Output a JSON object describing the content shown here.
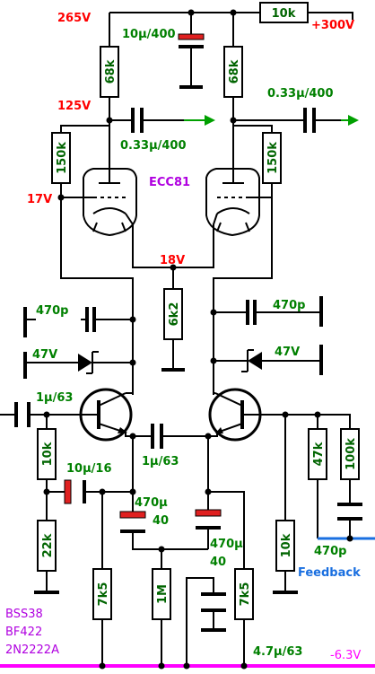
{
  "voltages": {
    "v265": "265V",
    "v125": "125V",
    "v17": "17V",
    "v18": "18V",
    "vplus": "+300V",
    "vminus": "-6.3V"
  },
  "components": {
    "r_top": "10k",
    "c_supply": "10µ/400",
    "r_plate_left": "68k",
    "r_plate_right": "68k",
    "c_out_left": "0.33µ/400",
    "c_out_right": "0.33µ/400",
    "r_grid_left": "150k",
    "r_grid_right": "150k",
    "tube": "ECC81",
    "r_cathode": "6k2",
    "c_470p_left": "470p",
    "c_470p_right": "470p",
    "z_left": "47V",
    "z_right": "47V",
    "c_in": "1µ/63",
    "c_mid": "1µ/63",
    "r_10k_left": "10k",
    "c_10u16": "10µ/16",
    "r_22k": "22k",
    "c_470u_left_a": "470µ",
    "c_470u_left_b": "40",
    "c_470u_right_a": "470µ",
    "c_470u_right_b": "40",
    "r_7k5_left": "7k5",
    "r_1m": "1M",
    "r_7k5_right": "7k5",
    "r_47k": "47k",
    "r_100k": "100k",
    "r_10k_right": "10k",
    "c_470p_fb": "470p",
    "feedback": "Feedback",
    "c_4u7": "4.7µ/63"
  },
  "transistors": [
    "BSS38",
    "BF422",
    "2N2222A"
  ],
  "colors": {
    "wire": "#000000",
    "component_label": "#006400",
    "voltage_label": "#ff0000",
    "rail_negative": "#ff00ff",
    "feedback_line": "#1a6fe0",
    "tube_label": "#b000e0"
  }
}
